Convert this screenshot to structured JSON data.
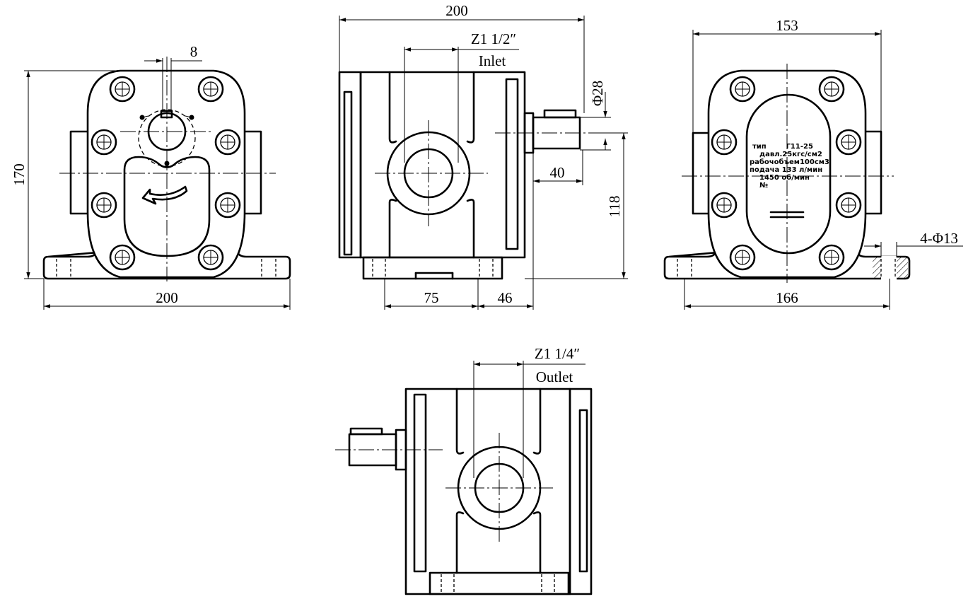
{
  "views": {
    "front": {
      "dims": {
        "width": "200",
        "height": "170",
        "key": "8"
      }
    },
    "side": {
      "dims": {
        "length": "200",
        "shaft_dia": "Φ28",
        "shaft_len": "40",
        "axis_height": "118",
        "foot_a": "75",
        "foot_b": "46"
      },
      "port": {
        "thread": "Z1 1/2″",
        "label": "Inlet"
      }
    },
    "rear": {
      "dims": {
        "width": "153",
        "base": "166",
        "holes": "4-Φ13"
      },
      "nameplate": {
        "line1": "тип        Г11-25",
        "line2": "давл.25кгс/см2",
        "line3": "рабочобъем100см3",
        "line4": "подача 133 л/мин",
        "line5": "1450 об/мин",
        "line6": "№"
      }
    },
    "bottom": {
      "port": {
        "thread": "Z1 1/4″",
        "label": "Outlet"
      }
    }
  }
}
